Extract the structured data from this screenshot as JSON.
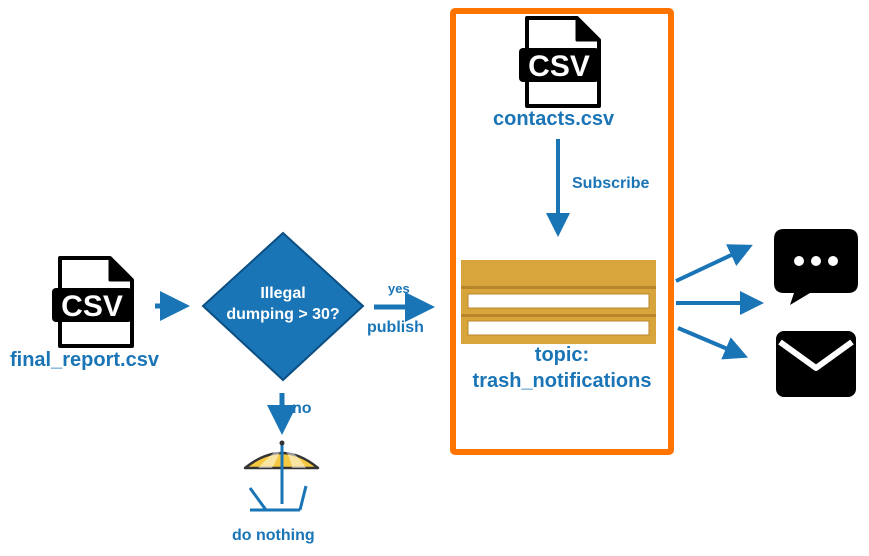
{
  "files": {
    "final_report": "final_report.csv",
    "contacts": "contacts.csv",
    "csv_glyph": "CSV"
  },
  "decision": {
    "line1": "Illegal",
    "line2": "dumping > 30?"
  },
  "edges": {
    "yes": "yes",
    "publish": "publish",
    "no": "no",
    "subscribe": "Subscribe"
  },
  "topic": {
    "line1": "topic:",
    "line2": "trash_notifications"
  },
  "outcome": {
    "do_nothing": "do nothing"
  },
  "icons": [
    "csv-file-icon",
    "csv-file-icon",
    "beach-umbrella-icon",
    "chat-bubble-icon",
    "envelope-icon",
    "topic-queue-icon"
  ],
  "colors": {
    "accent_blue": "#1a75b7",
    "diamond_blue": "#1a75b7",
    "highlight_orange": "#ff7300",
    "topic_gold": "#d7a53c",
    "umbrella_yellow": "#f5c842"
  }
}
